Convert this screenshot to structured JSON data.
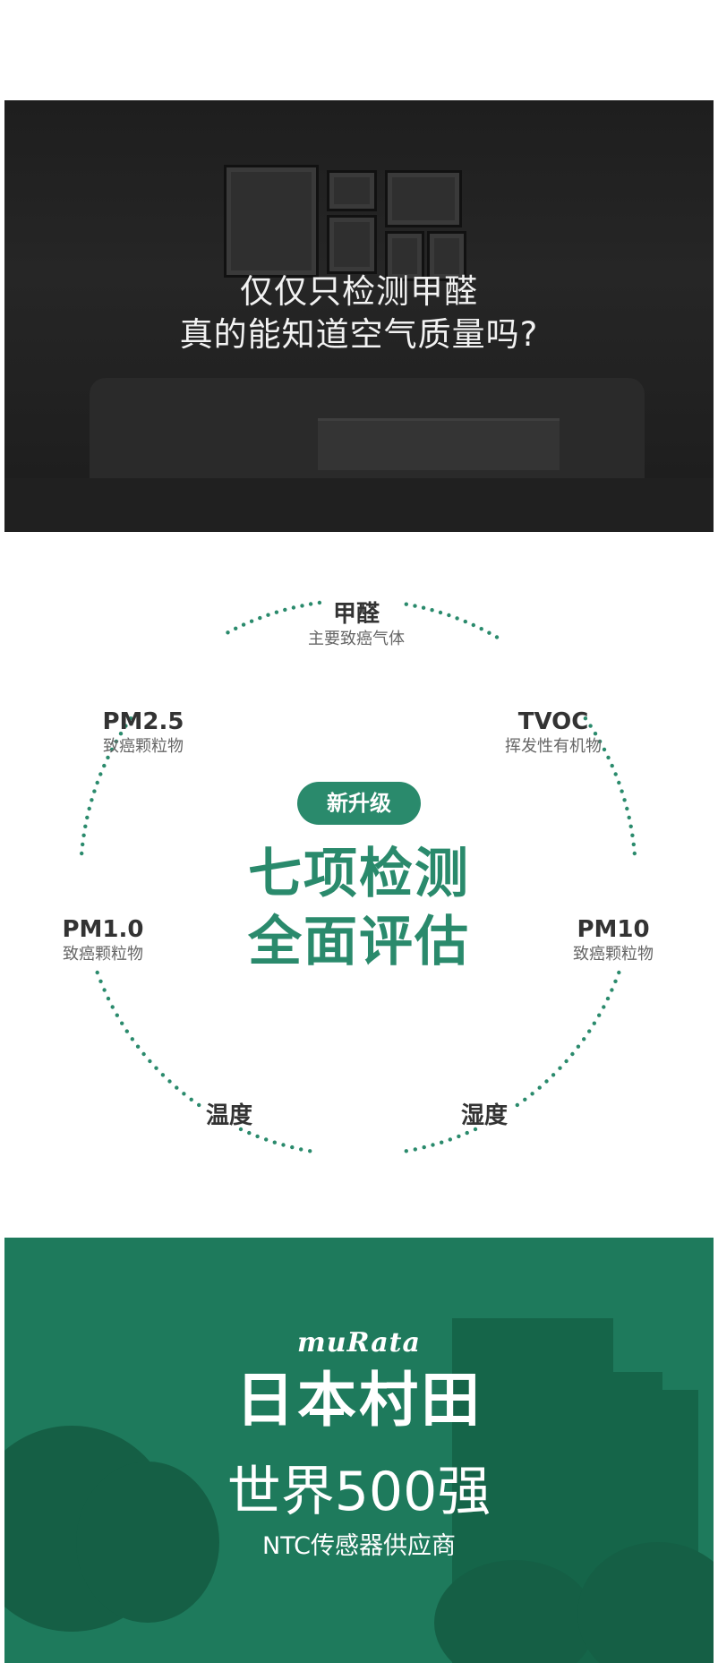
{
  "hero": {
    "line1": "仅仅只检测甲醛",
    "line2": "真的能知道空气质量吗?"
  },
  "circle": {
    "accent_color": "#2a8a6c",
    "badge": "新升级",
    "title_line1": "七项检测",
    "title_line2": "全面评估",
    "items": [
      {
        "name": "甲醛",
        "desc": "主要致癌气体"
      },
      {
        "name": "TVOC",
        "desc": "挥发性有机物"
      },
      {
        "name": "PM10",
        "desc": "致癌颗粒物"
      },
      {
        "name": "湿度",
        "desc": ""
      },
      {
        "name": "温度",
        "desc": ""
      },
      {
        "name": "PM1.0",
        "desc": "致癌颗粒物"
      },
      {
        "name": "PM2.5",
        "desc": "致癌颗粒物"
      }
    ]
  },
  "brand": {
    "background_color": "#1e7a5c",
    "logo": "muRata",
    "name": "日本村田",
    "rank": "世界500强",
    "supplier": "NTC传感器供应商"
  }
}
